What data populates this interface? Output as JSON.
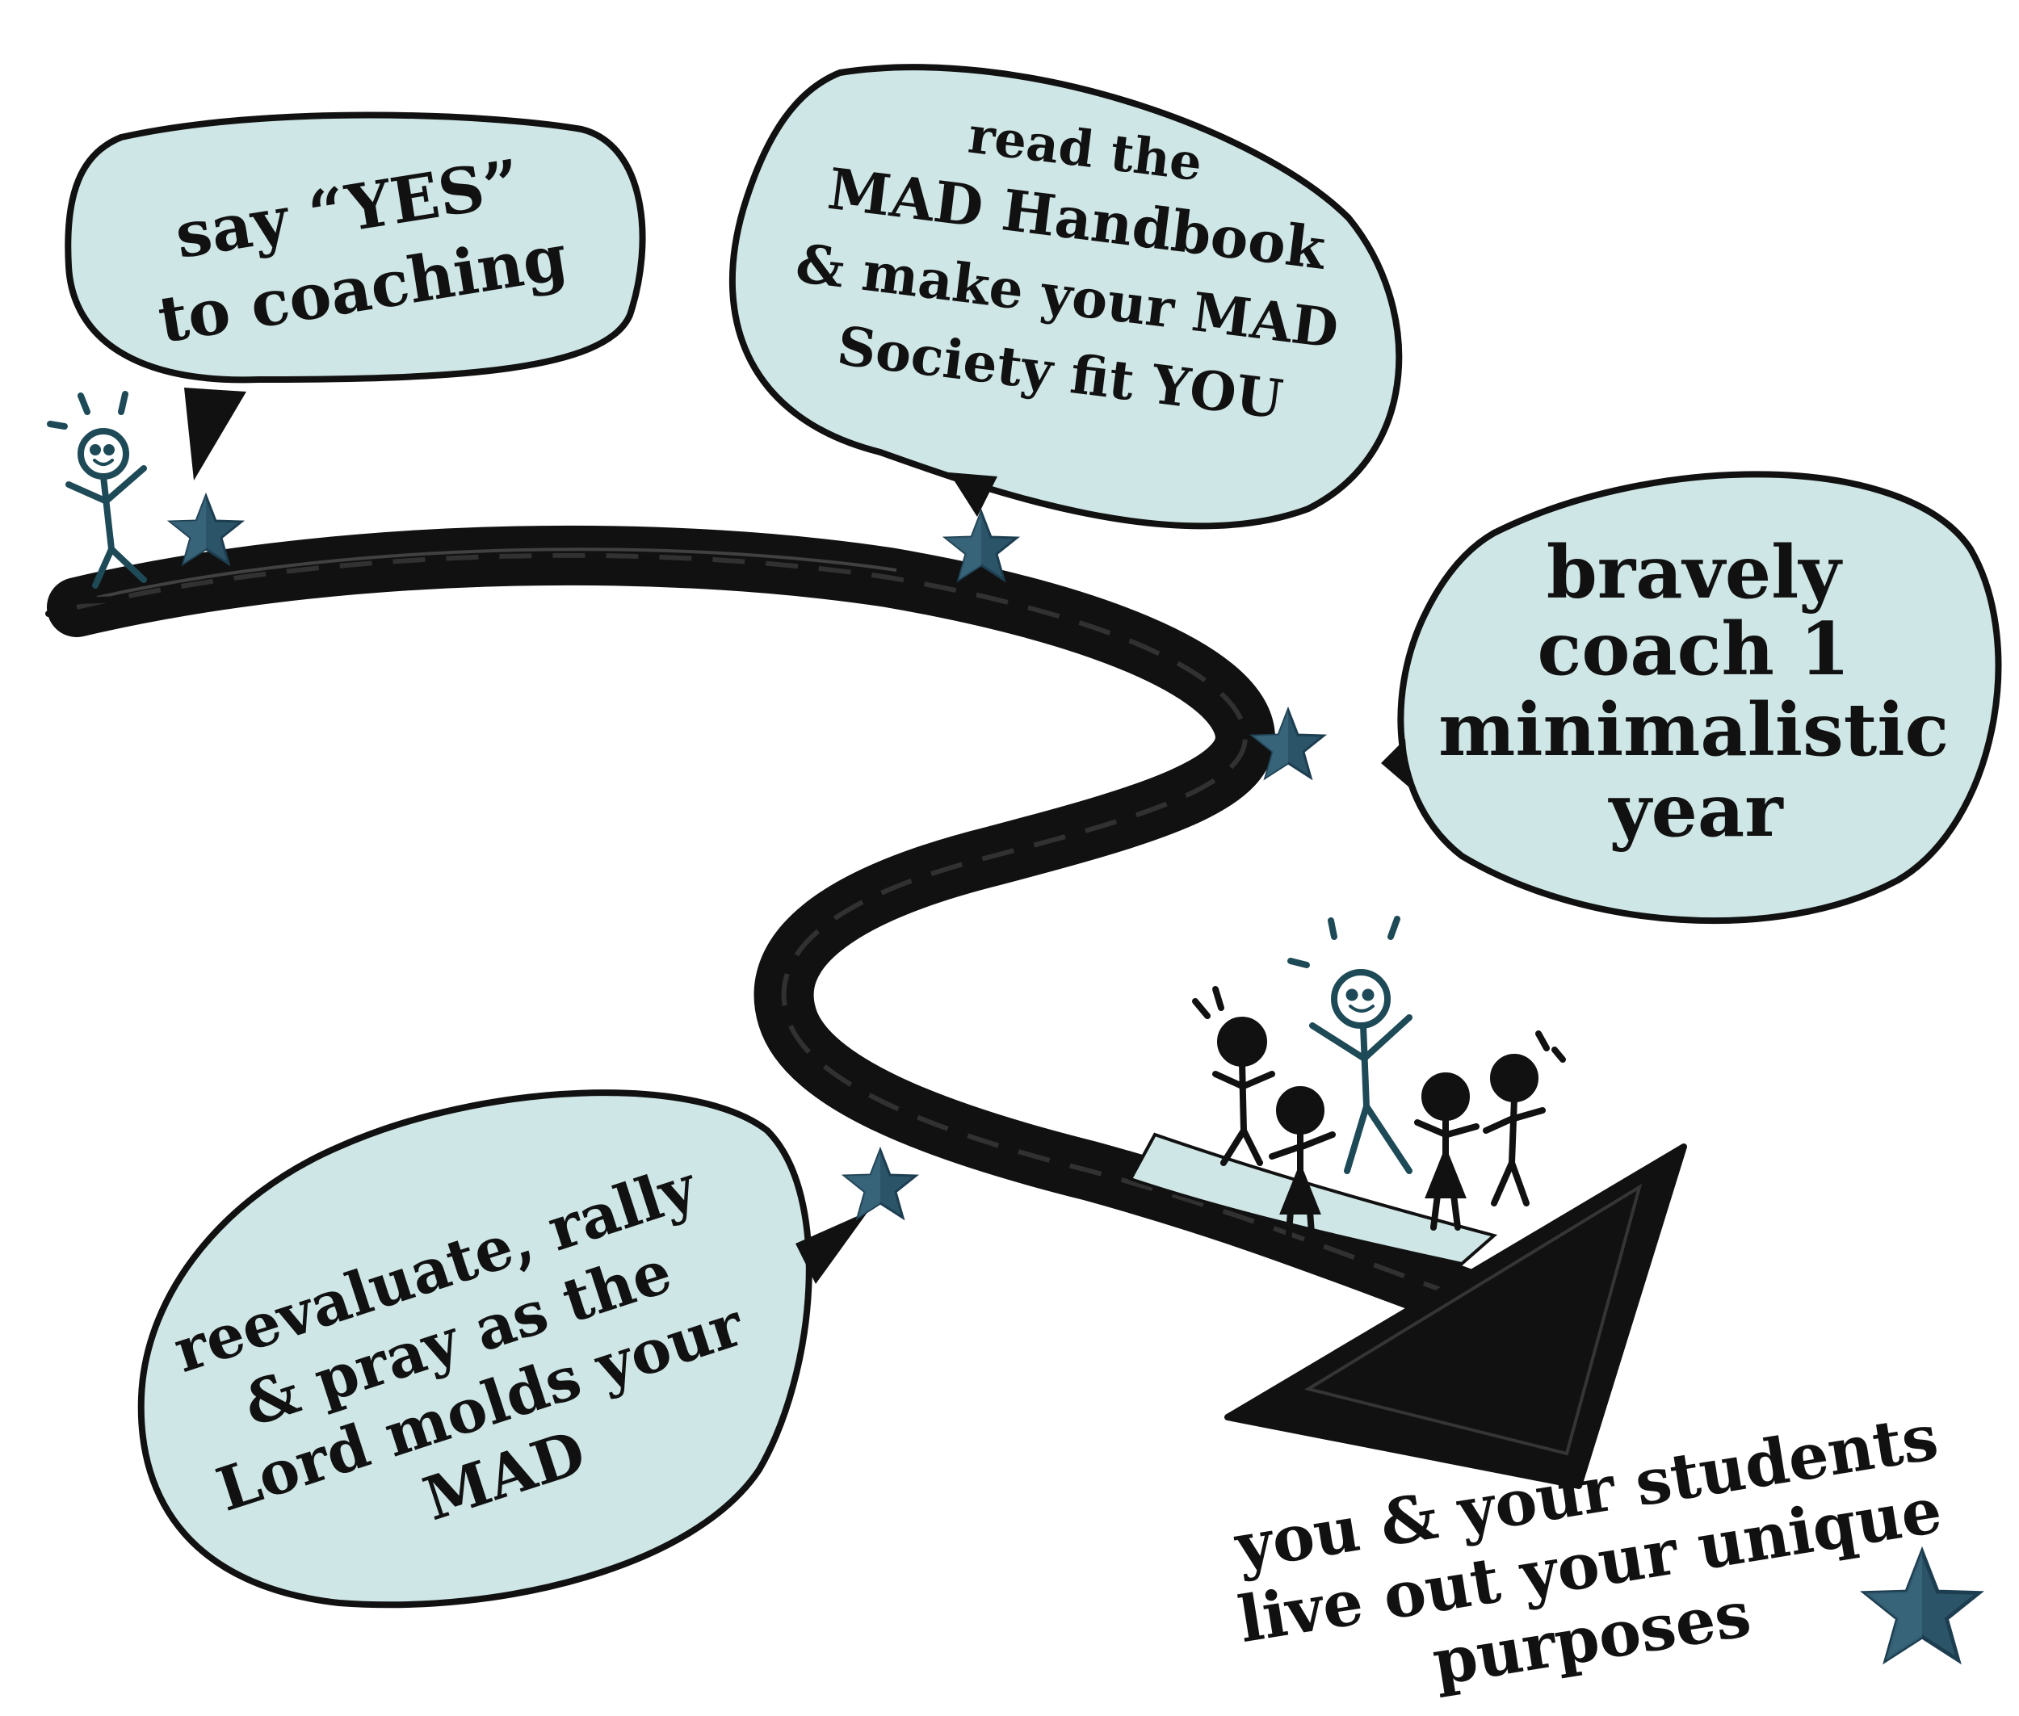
{
  "colors": {
    "bubble_fill": "#cfe6e6",
    "outline": "#111111",
    "star": "#2c5468",
    "star_dark": "#1d3e50",
    "person": "#1e4a58",
    "path": "#111111"
  },
  "steps": [
    {
      "lines": [
        "say “YES”",
        "to coaching"
      ],
      "star_icon": "star-icon"
    },
    {
      "lines": [
        "read the",
        "MAD Handbook",
        "& make your MAD",
        "Society fit YOU"
      ],
      "star_icon": "star-icon"
    },
    {
      "lines": [
        "bravely",
        "coach 1",
        "minimalistic",
        "year"
      ],
      "star_icon": "star-icon"
    },
    {
      "lines": [
        "reevaluate, rally",
        "& pray as the",
        "Lord molds your",
        "MAD"
      ],
      "star_icon": "star-icon"
    }
  ],
  "final_step": {
    "lines": [
      "you & your students",
      "live out your unique",
      "purposes"
    ],
    "star_icon": "star-icon"
  },
  "figures": {
    "start": "stick-figure-icon",
    "group": "group-of-stick-figures-icon"
  }
}
